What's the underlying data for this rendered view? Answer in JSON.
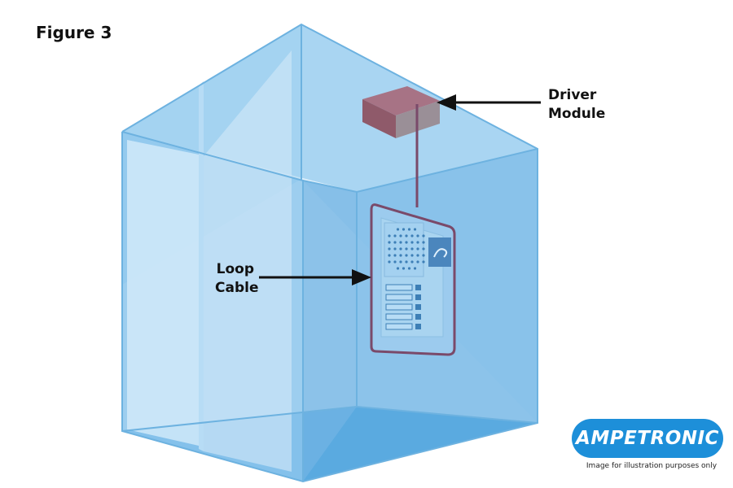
{
  "figure_title": "Figure 3",
  "labels": {
    "driver_module": [
      "Driver",
      "Module"
    ],
    "loop_cable": [
      "Loop",
      "Cable"
    ]
  },
  "logo": {
    "text": "AMPETRONIC",
    "color": "#1d8fd9"
  },
  "disclaimer": "Image for illustration purposes only",
  "colors": {
    "cabin_glass": "#6fb6e6",
    "cabin_edge": "#6db2e0",
    "floor": "#5aaae0",
    "driver_module": "#8f5a6a",
    "loop_cable": "#7a4a6a",
    "panel_face": "#a9d4f0"
  }
}
